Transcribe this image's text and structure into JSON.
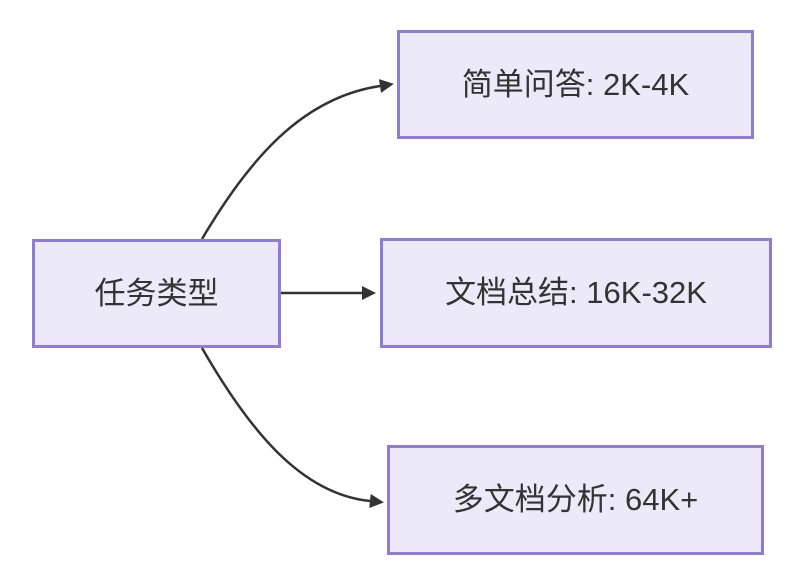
{
  "diagram": {
    "type": "flowchart",
    "direction": "left-to-right",
    "nodes": [
      {
        "id": "task",
        "label": "任务类型"
      },
      {
        "id": "simple_qa",
        "label": "简单问答: 2K-4K"
      },
      {
        "id": "doc_summary",
        "label": "文档总结: 16K-32K"
      },
      {
        "id": "multi_doc",
        "label": "多文档分析: 64K+"
      }
    ],
    "edges": [
      {
        "from": "task",
        "to": "simple_qa",
        "arrow": "normal"
      },
      {
        "from": "task",
        "to": "doc_summary",
        "arrow": "normal"
      },
      {
        "from": "task",
        "to": "multi_doc",
        "arrow": "normal"
      }
    ],
    "colors": {
      "background": "#FFFFFF",
      "node_fill": "#ECEAF8",
      "node_border": "#8E7CD6",
      "edge_line": "#333333",
      "text": "#333333"
    }
  }
}
